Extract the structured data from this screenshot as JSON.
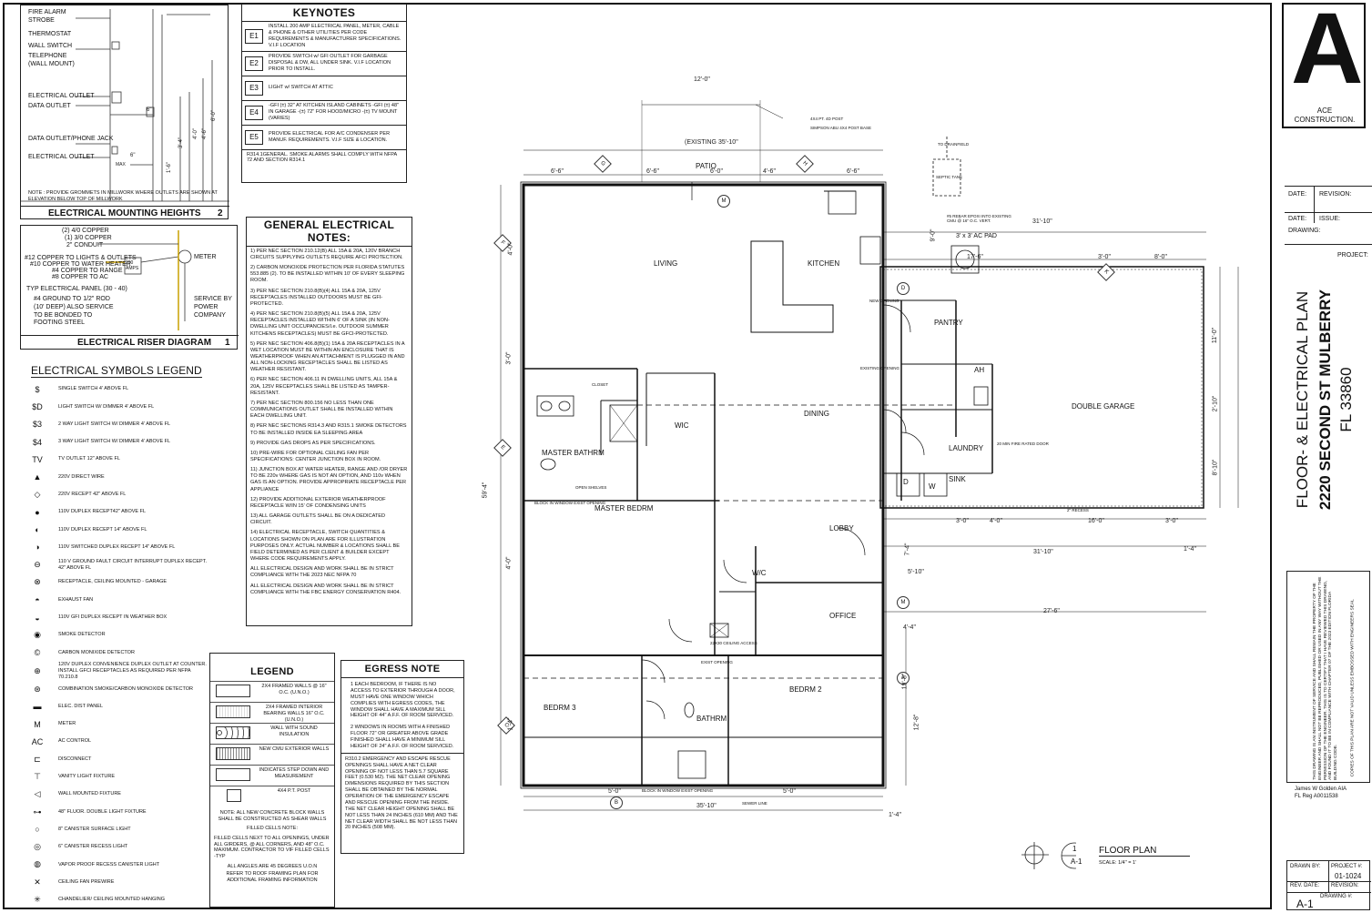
{
  "keynotes": {
    "title": "KEYNOTES",
    "items": [
      {
        "code": "E1",
        "text": "INSTALL 200 AMP ELECTRICAL PANEL, METER, CABLE & PHONE & OTHER UTILITIES PER CODE REQUIREMENTS & MANUFACTURER SPECIFICATIONS. V.I.F LOCATION"
      },
      {
        "code": "E2",
        "text": "PROVIDE SWITCH w/ GFI OUTLET FOR GARBAGE DISPOSAL & DW, ALL UNDER SINK. V.I.F LOCATION PRIOR TO INSTALL."
      },
      {
        "code": "E3",
        "text": "LIGHT w/ SWITCH AT ATTIC"
      },
      {
        "code": "E4",
        "text": "-GFI (±) 32\" AT KITCHEN ISLAND CABINETS -GFI (±) 48\" IN GARAGE -(±) 72\" FOR HOOD/MICRO -(±) TV MOUNT (VARIES)"
      },
      {
        "code": "E5",
        "text": "PROVIDE ELECTRICAL FOR A/C CONDENSER PER MANUF. REQUIREMENTS. V.I.F SIZE & LOCATION."
      }
    ],
    "footer": "R314.1GENERAL. SMOKE ALARMS SHALL COMPLY WITH NFPA 72 AND SECTION R314.1"
  },
  "mounting": {
    "title": "ELECTRICAL MOUNTING HEIGHTS",
    "num": "2",
    "labels": [
      "FIRE ALARM STROBE",
      "THERMOSTAT",
      "WALL SWITCH",
      "TELEPHONE (WALL MOUNT)",
      "ELECTRICAL OUTLET",
      "DATA OUTLET",
      "DATA OUTLET/PHONE JACK",
      "ELECTRICAL OUTLET"
    ],
    "note": "NOTE : PROVIDE GROMMETS IN MILLWORK WHERE OUTLETS ARE SHOWN AT ELEVATION BELOW TOP OF MILLWORK",
    "dims": [
      "6\"",
      "6\"",
      "MAX",
      "1'-6\"",
      "3'-4\"",
      "4'-0\"",
      "6'-0\"",
      "4'-6\""
    ]
  },
  "riser": {
    "title": "ELECTRICAL RISER DIAGRAM",
    "num": "1",
    "labels": [
      "(2) 4/0 COPPER",
      "(1) 3/0 COPPER",
      "2\" CONDUIT",
      "#12 COPPER TO LIGHTS & OUTLETS",
      "#10 COPPER TO WATER HEATER",
      "#4 COPPER TO RANGE",
      "#8 COPPER TO AC",
      "TYP ELECTRICAL PANEL (30 - 40)",
      "#4 GROUND TO 1/2\" ROD (10' DEEP) ALSO SERVICE TO BE BONDED TO FOOTING STEEL"
    ],
    "amps": "200 AMPS",
    "meter": "METER",
    "service": "SERVICE BY POWER COMPANY"
  },
  "legend_symbols": {
    "title": "ELECTRICAL SYMBOLS LEGEND",
    "items": [
      {
        "sym": "$",
        "text": "SINGLE SWITCH 4' ABOVE FL"
      },
      {
        "sym": "$D",
        "text": "LIGHT SWITCH W/ DIMMER 4' ABOVE FL"
      },
      {
        "sym": "$3",
        "text": "2 WAY LIGHT SWITCH W/ DIMMER 4' ABOVE FL"
      },
      {
        "sym": "$4",
        "text": "3 WAY LIGHT SWITCH W/ DIMMER 4' ABOVE FL"
      },
      {
        "sym": "TV",
        "text": "TV OUTLET 12\" ABOVE FL"
      },
      {
        "sym": "▲",
        "text": "220V DIRECT WIRE"
      },
      {
        "sym": "◇",
        "text": "220V RECEPT 42\" ABOVE FL"
      },
      {
        "sym": "●",
        "text": "110V DUPLEX RECEPT42\" ABOVE FL"
      },
      {
        "sym": "◐",
        "text": "110V DUPLEX RECEPT 14\" ABOVE FL"
      },
      {
        "sym": "◑",
        "text": "110V SWITCHED DUPLEX RECEPT 14\" ABOVE FL"
      },
      {
        "sym": "⊖",
        "text": "110 V GROUND FAULT CIRCUIT INTERRUPT DUPLEX RECEPT. 42\" ABOVE FL"
      },
      {
        "sym": "⊗",
        "text": "RECEPTACLE, CEILING MOUNTED - GARAGE"
      },
      {
        "sym": "◓",
        "text": "EXHAUST FAN"
      },
      {
        "sym": "◒",
        "text": "110V GFI DUPLEX RECEPT IN WEATHER BOX"
      },
      {
        "sym": "◉",
        "text": "SMOKE DETECTOR"
      },
      {
        "sym": "©",
        "text": "CARBON MONIXIDE DETECTOR"
      },
      {
        "sym": "⊕",
        "text": "120V DUPLEX CONVENIENCE DUPLEX OUTLET AT COUNTER. INSTALL GFCI RECEPTACLES AS REQUIRED PER NFPA 70.210.8"
      },
      {
        "sym": "⊛",
        "text": "COMBINATION SMOKE/CARBON MONOXIDE DETECTOR"
      },
      {
        "sym": "▬",
        "text": "ELEC. DIST PANEL"
      },
      {
        "sym": "M",
        "text": "METER"
      },
      {
        "sym": "AC",
        "text": "AC CONTROL"
      },
      {
        "sym": "⊏",
        "text": "DISCONNECT"
      },
      {
        "sym": "⊤",
        "text": "VANITY LIGHT FIXTURE"
      },
      {
        "sym": "◁",
        "text": "WALL MOUNTED FIXTURE"
      },
      {
        "sym": "⊶",
        "text": "48\" FLUOR. DOUBLE LIGHT FIXTURE"
      },
      {
        "sym": "○",
        "text": "8\" CANISTER SURFACE LIGHT"
      },
      {
        "sym": "◎",
        "text": "6\" CANISTER RECESS LIGHT"
      },
      {
        "sym": "◍",
        "text": "VAPOR PROOF RECESS CANISTER LIGHT"
      },
      {
        "sym": "✕",
        "text": "CEILING FAN PREWIRE"
      },
      {
        "sym": "✳",
        "text": "CHANDELIER/ CEILING MOUNTED HANGING"
      }
    ]
  },
  "general_notes": {
    "title": "GENERAL ELECTRICAL NOTES:",
    "items": [
      "1) PER NEC SECTION 210.12(B) ALL 15A & 20A, 120V BRANCH CIRCUITS SUPPLYING OUTLETS REQUIRE AFCI PROTECTION.",
      "2) CARBON MONOXIDE PROTECTION PER FLORIDA STATUTES 553.885 (2). TO BE INSTALLED WITHIN 10' OF EVERY SLEEPING ROOM.",
      "3) PER NEC SECTION 210.8(B)(4) ALL 15A & 20A, 125V RECEPTACLES INSTALLED OUTDOORS MUST BE GFI-PROTECTED.",
      "4) PER NEC SECTION 210.8(B)(5) ALL 15A & 20A, 125V RECEPTACLES INSTALLED WITHIN 6' OF A SINK (IN NON-DWELLING UNIT OCCUPANCIES/I.e. OUTDOOR SUMMER KITCHENS RECEPTACLES) MUST BE GFCI-PROTECTED.",
      "5) PER NEC SECTION 406.8(B)(1) 15A & 20A RECEPTACLES IN A WET LOCATION MUST BE WITHIN AN ENCLOSURE THAT IS WEATHERPROOF WHEN AN ATTACHMENT IS PLUGGED IN AND ALL NON-LOCKING RECEPTACLES SHALL BE LISTED AS WEATHER RESISTANT.",
      "6) PER NEC SECTION 406.11 IN DWELLING UNITS, ALL 15A & 20A, 125V RECEPTACLES SHALL BE LISTED AS TAMPER-RESISTANT.",
      "7) PER NEC SECTION 800.156 NO LESS THAN ONE COMMUNICATIONS OUTLET SHALL BE INSTALLED WITHIN EACH DWELLING UNIT.",
      "8) PER NEC SECTIONS R314.3 AND R315.1 SMOKE DETECTORS TO BE INSTALLED INSIDE EA SLEEPING AREA",
      "9) PROVIDE GAS DROPS AS PER SPECIFICATIONS.",
      "10) PRE-WIRE FOR OPTIONAL CEILING FAN PER SPECIFICATIONS: CENTER JUNCTION BOX IN ROOM.",
      "11) JUNCTION BOX AT WATER HEATER, RANGE AND /OR DRYER TO BE 220v WHERE GAS IS NOT AN OPTION, AND 110v WHEN GAS IS AN OPTION. PROVIDE APPROPRIATE RECEPTACLE PER APPLIANCE",
      "12) PROVIDE ADDITIONAL EXTERIOR WEATHERPROOF RECEPTACLE W/IN 15' OF CONDENSING UNITS",
      "13) ALL GARAGE OUTLETS SHALL BE ON A DEDICATED CIRCUIT.",
      "14) ELECTRICAL RECEPTACLE, SWITCH QUANTITIES & LOCATIONS SHOWN ON PLAN ARE FOR ILLUSTRATION PURPOSES ONLY. ACTUAL NUMBER & LOCATIONS SHALL BE FIELD DETERMINED AS PER CLIENT & BUILDER EXCEPT WHERE CODE REQUIREMENTS APPLY.",
      "ALL ELECTRICAL DESIGN AND WORK SHALL BE IN STRICT COMPLIANCE WITH THE 2023 NEC NFPA 70",
      "ALL ELECTRICAL DESIGN AND WORK SHALL BE IN STRICT COMPLIANCE WITH THE FBC ENERGY CONSERVATION R404."
    ]
  },
  "legend": {
    "title": "LEGEND",
    "items": [
      "2X4 FRAMED WALLS @ 16\" O.C. (U.N.O.)",
      "2X4 FRAMED INTERIOR BEARING WALLS 16\" O.C. (U.N.O.)",
      "WALL WITH SOUND INSULATION",
      "NEW CMU EXTERIOR WALLS",
      "INDICATES STEP DOWN AND MEASUREMENT",
      "4X4 P.T. POST"
    ],
    "note1": "NOTE: ALL NEW CONCRETE BLOCK WALLS SHALL BE CONSTRUCTED AS SHEAR WALLS",
    "note2": "FILLED CELLS NOTE:",
    "note3": "FILLED CELLS NEXT TO ALL OPENINGS, UNDER ALL GIRDERS, @ ALL CORNERS, AND 48\" O.C. MAXIMUM. CONTRACTOR TO VIF FILLED CELLS -TYP",
    "note4": "ALL ANGLES ARE 45 DEGREES U.O.N",
    "note5": "REFER TO ROOF FRAMING PLAN FOR ADDITIONAL FRAMING INFORMATION"
  },
  "egress": {
    "title": "EGRESS NOTE",
    "p1": "1 EACH BEDROOM, IF THERE IS NO ACCESS TO EXTERIOR THROUGH A DOOR, MUST HAVE ONE WINDOW WHICH COMPLIES WITH EGRESS CODES, THE WINDOW SHALL HAVE A MAXIMUM SILL HEIGHT OF 44\" A.F.F. OF ROOM SERVICED.",
    "p2": "2 WINDOWS IN ROOMS WITH A FINISHED FLOOR 72\" OR GREATER ABOVE GRADE FINISHED SHALL HAVE A MINIMUM SILL HEIGHT OF 24\" A.F.F. OF ROOM SERVICED.",
    "p3": "R310.2 EMERGENCY AND ESCAPE RESCUE OPENINGS SHALL HAVE A NET CLEAR OPENING OF NOT LESS THAN 5.7 SQUARE FEET (0.530 M2). THE NET CLEAR OPENING DIMENSIONS REQUIRED BY THIS SECTION SHALL BE OBTAINED BY THE NORMAL OPERATION OF THE EMERGENCY ESCAPE AND RESCUE OPENING FROM THE INSIDE. THE NET CLEAR HEIGHT OPENING SHALL BE NOT LESS THAN 24 INCHES (610 MM) AND THE NET CLEAR WIDTH SHALL BE NOT LESS THAN 20 INCHES (508 MM)."
  },
  "plan": {
    "rooms": [
      "PATIO",
      "LIVING",
      "KITCHEN",
      "PANTRY",
      "AH",
      "DOUBLE GARAGE",
      "DINING",
      "WIC",
      "MASTER BATHRM",
      "MASTER BEDRM",
      "LAUNDRY",
      "SINK",
      "LOBBY",
      "W/C",
      "OFFICE",
      "BEDRM 3",
      "BATHRM",
      "BEDRM 2",
      "D",
      "W"
    ],
    "dims": [
      "12'-0\"",
      "(EXISTING 35'-10\"",
      "6'-6\"",
      "6'-6\"",
      "6'-0\"",
      "4'-6\"",
      "6'-6\"",
      "31'-10\"",
      "17'-6\"",
      "3'-0\"",
      "8'-0\"",
      "11'-0\"",
      "2'-10\"",
      "8'-10\"",
      "3'-0\"",
      "4'-0\"",
      "16'-0\"",
      "3'-0\"",
      "31'-10\"",
      "1'-4\"",
      "27'-6\"",
      "4'-4\"",
      "5'-10\"",
      "59'-4\"",
      "5'-0\"",
      "5'-0\"",
      "35'-10\"",
      "1'-4\"",
      "19'-8\"",
      "12'-8\"",
      "3'-0\"",
      "4'-0\"",
      "7'-4\"",
      "1'-4\"",
      "4'-0\"",
      "9'-0\""
    ],
    "notes": [
      "4X4 PT. 4D POST",
      "SIMPSON ABU 4X4 POST BASE",
      "3' x 3' AC PAD",
      "TO DRAINFIELD",
      "SEPTIC TANK",
      "#5 REBAR EPOXI INTO EXISTING CMU @ 16\" O.C. VERT.",
      "NEW OPENING",
      "EXISTING OPENING",
      "22X30 CEILING ACCESS",
      "20 MIN FIRE RATED DOOR",
      "BLOCK IN WINDOW EXIST OPENING",
      "EXIST OPENING",
      "SEWER LINE",
      "OPEN SHELVES",
      "CLOSET",
      "2\" RECESS",
      "BLOCK IN WINDOW EXIST OPENING"
    ],
    "sections": [
      "A",
      "B",
      "C",
      "D",
      "E",
      "F",
      "G",
      "H",
      "K",
      "M"
    ]
  },
  "title_block": {
    "logo_letter": "A",
    "logo_text": "ACE CONSTRUCTION.",
    "date": "DATE:",
    "revision": "REVISION:",
    "issue": "ISSUE:",
    "drawing": "DRAWING:",
    "project": "PROJECT:",
    "sheet_title": "FLOOR- & ELECTRICAL PLAN",
    "address1": "2220 SECOND ST MULBERRY",
    "address2": "FL 33860",
    "disclaimer1": "THIS DRAWING IS AN INSTRUMENT OF SERVICE AND SHALL REMAIN THE PROPERTY OF THE ENGINEER AND SHALL NOT BE REPRODUCED, PUBLISHED OR USED IN ANY WAY WITHOUT THE PERMISSION OF THE ENGINEER. THIS IS TO CERTIFY THAT I HAVE REVIEWED THIS DRAWING, AND FOUND IT TO BE IN COMPLIANCE WITH CHAPTER 07 OF THE 2023 EDITION FLORIDA BUILDING CODE.",
    "disclaimer2": "COPIES OF THIS PLAN ARE NOT VALID UNLESS EMBOSSED WITH ENGINEERS SEAL",
    "engineer1": "James W Golden AIA",
    "engineer2": "FL Reg A0011538",
    "drawn_by": "DRAWN BY:",
    "project_no_label": "PROJECT #:",
    "project_no": "01-1024",
    "rev_date": "REV. DATE:",
    "drawing_no_label": "DRAWING #:",
    "drawing_no": "A-1"
  },
  "floorplan_title": {
    "num": "1",
    "sheet": "A-1",
    "title": "FLOOR PLAN",
    "scale": "SCALE: 1/4\" = 1'"
  }
}
